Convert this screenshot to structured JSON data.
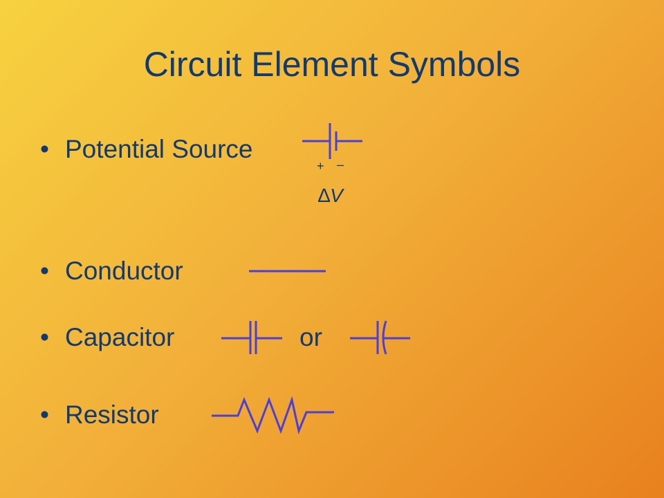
{
  "slide": {
    "title": "Circuit Element Symbols",
    "bullet_char": "•",
    "items": [
      {
        "label": "Potential Source"
      },
      {
        "label": "Conductor"
      },
      {
        "label": "Capacitor"
      },
      {
        "label": "Resistor"
      }
    ],
    "or_label": "or",
    "source_signs": {
      "plus": "+",
      "minus": "–"
    },
    "delta_v": {
      "delta": "∆",
      "v": "V"
    }
  },
  "colors": {
    "text": "#123a6d",
    "symbol_stroke": "#4b3fd6",
    "background_start": "#f7d23f",
    "background_end": "#e8811e"
  }
}
